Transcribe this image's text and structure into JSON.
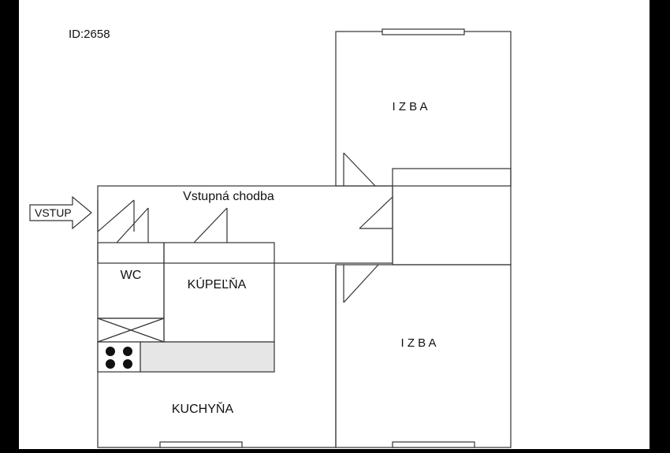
{
  "plan_id": "ID:2658",
  "entrance_label": "VSTUP",
  "rooms": {
    "room_top": "I Z B A",
    "room_bottom": "I Z B A",
    "hallway": "Vstupná chodba",
    "wc": "WC",
    "bathroom": "KÚPEĽŇA",
    "kitchen": "KUCHYŇA"
  },
  "colors": {
    "background": "#ffffff",
    "walls": "#333333",
    "counter": "#e6e6e6",
    "side_bars": "#000000"
  }
}
